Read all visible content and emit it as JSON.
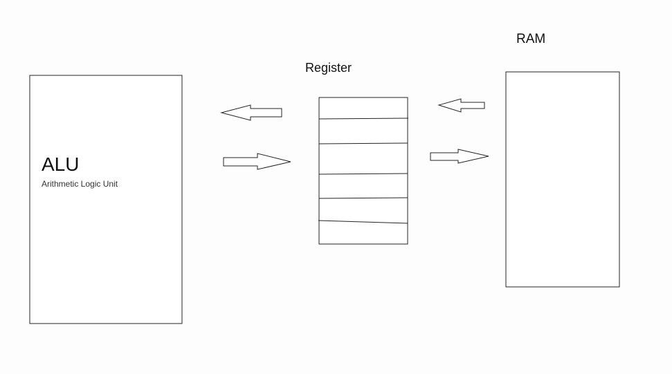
{
  "alu": {
    "title": "ALU",
    "subtitle": "Arithmetic Logic Unit"
  },
  "register": {
    "title": "Register",
    "slot_count": 6
  },
  "ram": {
    "title": "RAM"
  },
  "arrows": {
    "alu_register": [
      "from register to alu",
      "from alu to register"
    ],
    "register_ram": [
      "from ram to register",
      "from register to ram"
    ]
  },
  "colors": {
    "stroke": "#222222",
    "background": "#fdfdfd"
  }
}
